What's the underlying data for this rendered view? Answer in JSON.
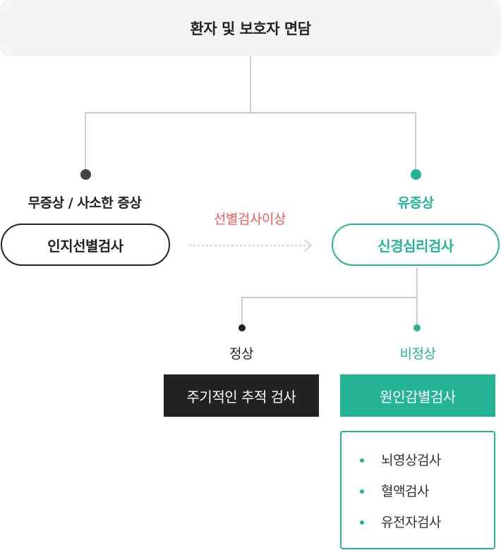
{
  "header": {
    "title": "환자 및 보호자 면담"
  },
  "left_branch": {
    "label": "무증상 / 사소한 증상",
    "test": "인지선별검사"
  },
  "arrow": {
    "label": "선별검사이상"
  },
  "right_branch": {
    "label": "유증상",
    "test": "신경심리검사"
  },
  "normal_branch": {
    "label": "정상",
    "action": "주기적인 추적 검사"
  },
  "abnormal_branch": {
    "label": "비정상",
    "action": "원인감별검사",
    "items": [
      "뇌영상검사",
      "혈액검사",
      "유전자검사"
    ]
  },
  "colors": {
    "accent_green": "#25b396",
    "alert_red": "#f15a5a",
    "dark": "#222222",
    "connector": "#cccccc",
    "header_bg": "#f4f4f4"
  }
}
